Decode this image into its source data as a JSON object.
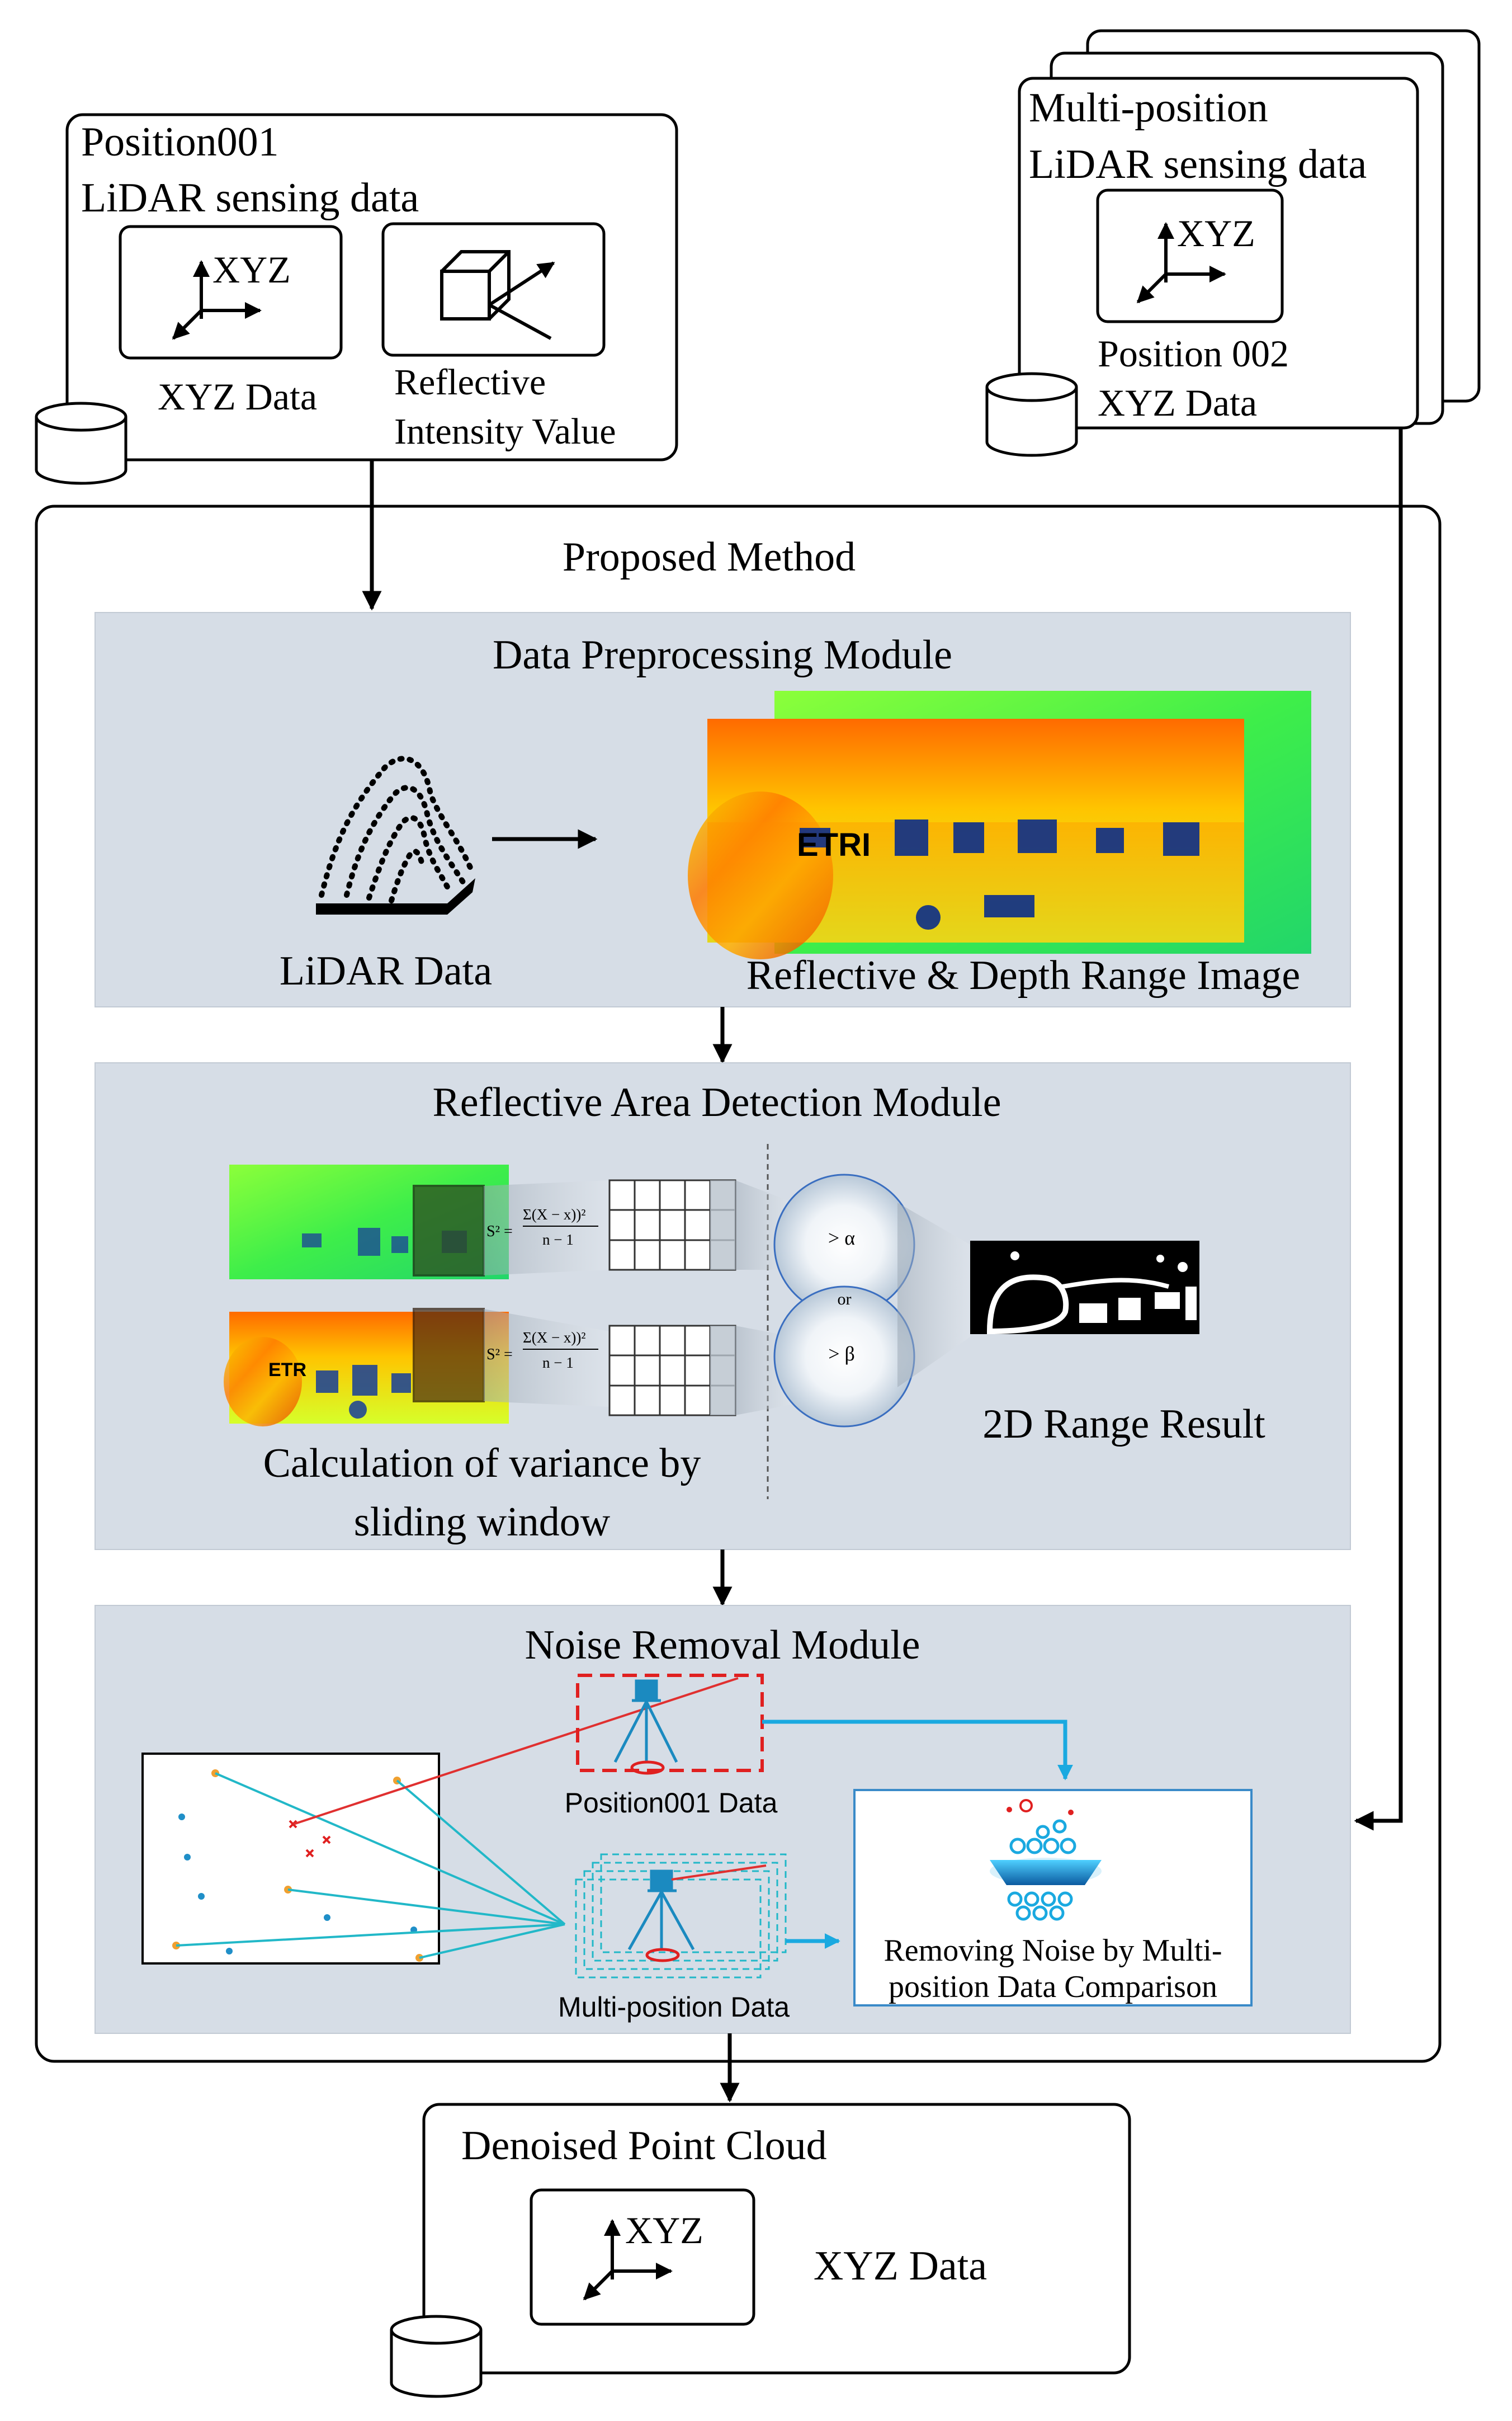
{
  "position001": {
    "line1": "Position001",
    "line2": "LiDAR sensing data",
    "xyz_axis_label": "XYZ",
    "xyz_caption": "XYZ Data",
    "reflective_line1": "Reflective",
    "reflective_line2": "Intensity Value"
  },
  "multi_position": {
    "line1": "Multi-position",
    "line2": "LiDAR sensing data",
    "xyz_axis_label": "XYZ",
    "caption_line1": "Position 002",
    "caption_line2": "XYZ Data"
  },
  "proposed_method": {
    "title": "Proposed Method"
  },
  "preprocessing": {
    "title": "Data Preprocessing  Module",
    "lidar_caption": "LiDAR Data",
    "image_caption": "Reflective & Depth Range Image"
  },
  "detection": {
    "title": "Reflective Area Detection Module",
    "formula": "S² = Σ(X − x))² / n − 1",
    "cond_alpha": "> α",
    "cond_or": "or",
    "cond_beta": "> β",
    "result_caption": "2D Range Result",
    "variance_line1": "Calculation  of variance  by",
    "variance_line2": "sliding window"
  },
  "noise_removal": {
    "title": "Noise Removal Module",
    "position001_caption": "Position001 Data",
    "multi_caption": "Multi-position Data",
    "removing_line1": "Removing Noise by Multi-",
    "removing_line2": "position Data Comparison"
  },
  "output": {
    "title": "Denoised Point Cloud",
    "xyz_axis_label": "XYZ",
    "xyz_caption": "XYZ Data"
  },
  "colors": {
    "panel": "#d6dde6",
    "cyan": "#00b0d8",
    "red": "#e02020",
    "orange": "#f0a030"
  }
}
